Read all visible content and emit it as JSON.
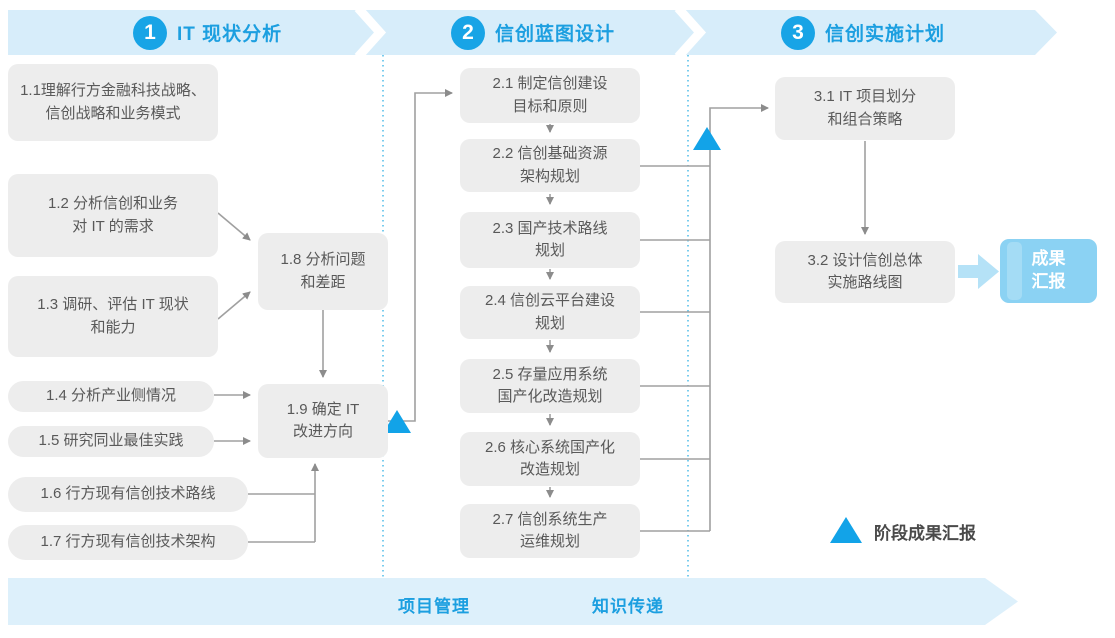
{
  "phases": [
    {
      "number": "1",
      "title": "IT 现状分析"
    },
    {
      "number": "2",
      "title": "信创蓝图设计"
    },
    {
      "number": "3",
      "title": "信创实施计划"
    }
  ],
  "stage1": {
    "boxes": [
      {
        "label": "1.1理解行方金融科技战略、\n信创战略和业务模式"
      },
      {
        "label": "1.2 分析信创和业务\n对 IT 的需求"
      },
      {
        "label": "1.3 调研、评估 IT 现状\n和能力"
      },
      {
        "label": "1.4 分析产业侧情况"
      },
      {
        "label": "1.5 研究同业最佳实践"
      },
      {
        "label": "1.6 行方现有信创技术路线"
      },
      {
        "label": "1.7 行方现有信创技术架构"
      },
      {
        "label": "1.8 分析问题\n和差距"
      },
      {
        "label": "1.9 确定 IT\n改进方向"
      }
    ]
  },
  "stage2": {
    "boxes": [
      {
        "label": "2.1 制定信创建设\n目标和原则"
      },
      {
        "label": "2.2 信创基础资源\n架构规划"
      },
      {
        "label": "2.3 国产技术路线\n规划"
      },
      {
        "label": "2.4 信创云平台建设\n规划"
      },
      {
        "label": "2.5 存量应用系统\n国产化改造规划"
      },
      {
        "label": "2.6 核心系统国产化\n改造规划"
      },
      {
        "label": "2.7 信创系统生产\n运维规划"
      }
    ]
  },
  "stage3": {
    "boxes": [
      {
        "label": "3.1 IT 项目划分\n和组合策略"
      },
      {
        "label": "3.2 设计信创总体\n实施路线图"
      }
    ],
    "report_label": "成果\n汇报"
  },
  "legend": {
    "label": "阶段成果汇报"
  },
  "bottom_band": {
    "left_label": "项目管理",
    "right_label": "知识传递"
  },
  "colors": {
    "accent_blue": "#18a4e6",
    "band_blue": "#d7edfa",
    "header_text_blue": "#1c9fe0",
    "box_gray": "#ededed",
    "report_blue": "#8bd2f3",
    "connector_gray": "#9a9a9a",
    "dotted_line_blue": "#4fbbe8"
  }
}
